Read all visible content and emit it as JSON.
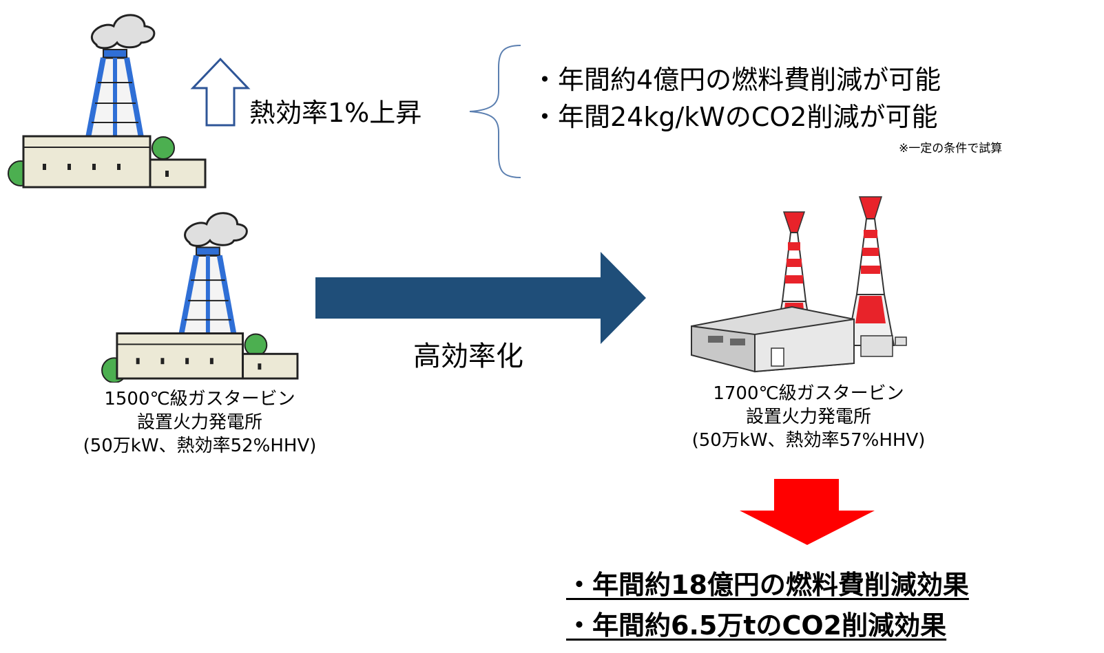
{
  "top": {
    "rise_label": "熱効率1%上昇",
    "benefits": [
      "・年間約4億円の燃料費削減が可能",
      "・年間24kg/kWのCO2削減が可能"
    ],
    "note": "※一定の条件で試算"
  },
  "arrow_label": "高効率化",
  "plant_1500": {
    "line1": "1500℃級ガスタービン",
    "line2": "設置火力発電所",
    "line3": "(50万kW、熱効率52%HHV)"
  },
  "plant_1700": {
    "line1": "1700℃級ガスタービン",
    "line2": "設置火力発電所",
    "line3": "(50万kW、熱効率57%HHV)"
  },
  "results": [
    "・年間約18億円の燃料費削減効果",
    "・年間約6.5万tのCO2削減効果"
  ],
  "colors": {
    "main_arrow": "#1f4e79",
    "result_arrow": "#ff0000",
    "up_arrow_outline": "#2e5597",
    "brace": "#5b7fb0",
    "tower_blue": "#2f6fd6",
    "tower_red": "#e8232a",
    "building": "#ece9d6",
    "tree": "#4caf50"
  }
}
